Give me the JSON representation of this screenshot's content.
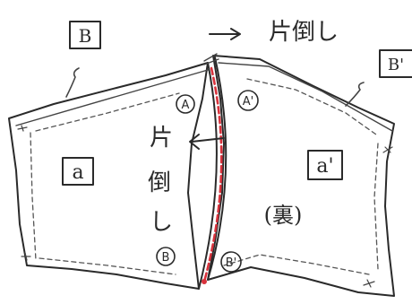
{
  "colors": {
    "ink": "#2a2a2a",
    "stitch_line": "#d8323c",
    "paper": "#ffffff"
  },
  "labels": {
    "top_left_box": "B",
    "top_right_box": "B'",
    "fold_note_top": "片倒し",
    "fold_note_center_1": "片",
    "fold_note_center_2": "倒",
    "fold_note_center_3": "し",
    "left_panel": "a",
    "right_panel": "a'",
    "right_panel_note": "(裏)",
    "mark_a_top": "A",
    "mark_a_prime_top": "A'",
    "mark_b_bottom": "B",
    "mark_b_prime_bottom": "B'"
  },
  "icons": {
    "top_arrow": "arrow-right-icon",
    "center_arrow": "arrow-left-icon"
  }
}
